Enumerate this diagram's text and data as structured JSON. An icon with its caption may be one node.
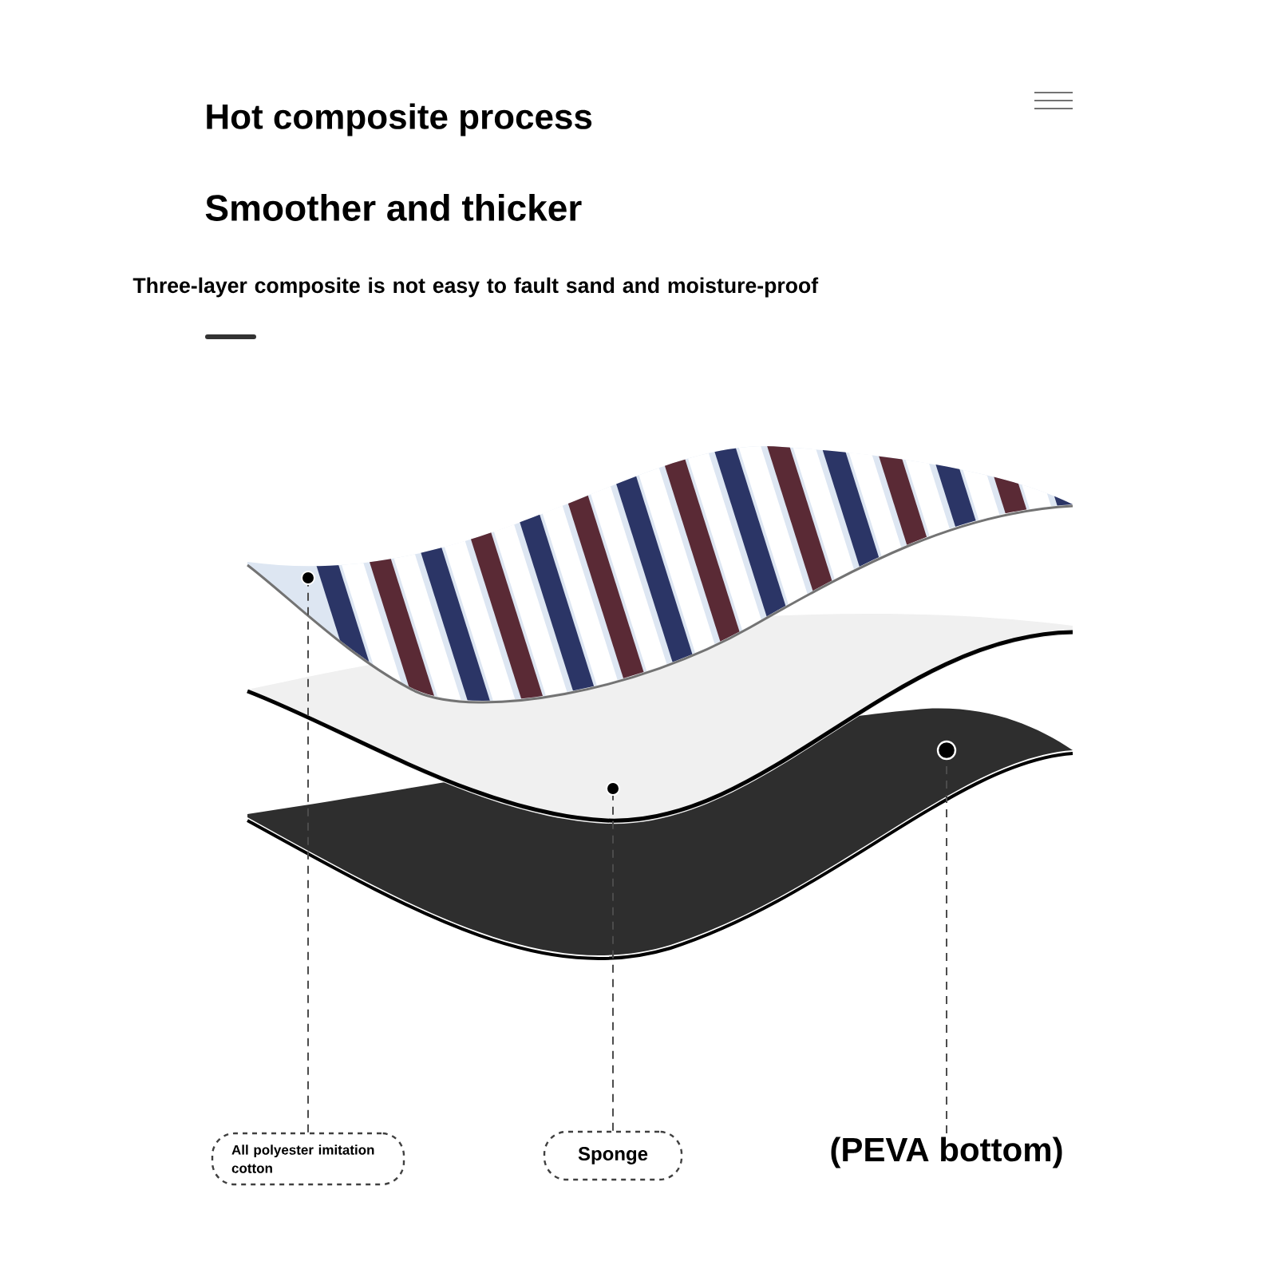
{
  "diagram": {
    "title": "Hot composite process",
    "nodes": [
      {
        "text": [
          "All polyester imitation cotton"
        ]
      },
      {
        "text": [
          "Sponge"
        ]
      },
      {
        "text": [
          "(PEVA bottom)"
        ]
      },
      {
        "text": [],
        "shape": "picture"
      },
      {
        "text": [],
        "shape": "picture"
      },
      {
        "text": [],
        "shape": "picture"
      }
    ],
    "edges": [
      {
        "from": 0,
        "to": 3,
        "arrow": "none",
        "style": "dashed"
      },
      {
        "from": 1,
        "to": 4,
        "arrow": "none",
        "style": "dashed"
      },
      {
        "from": 2,
        "to": 5,
        "arrow": "none",
        "style": "dashed"
      }
    ],
    "labels": [
      "Smoother and thicker",
      "Three-layer composite is not easy to fault sand and moisture-proof"
    ]
  }
}
